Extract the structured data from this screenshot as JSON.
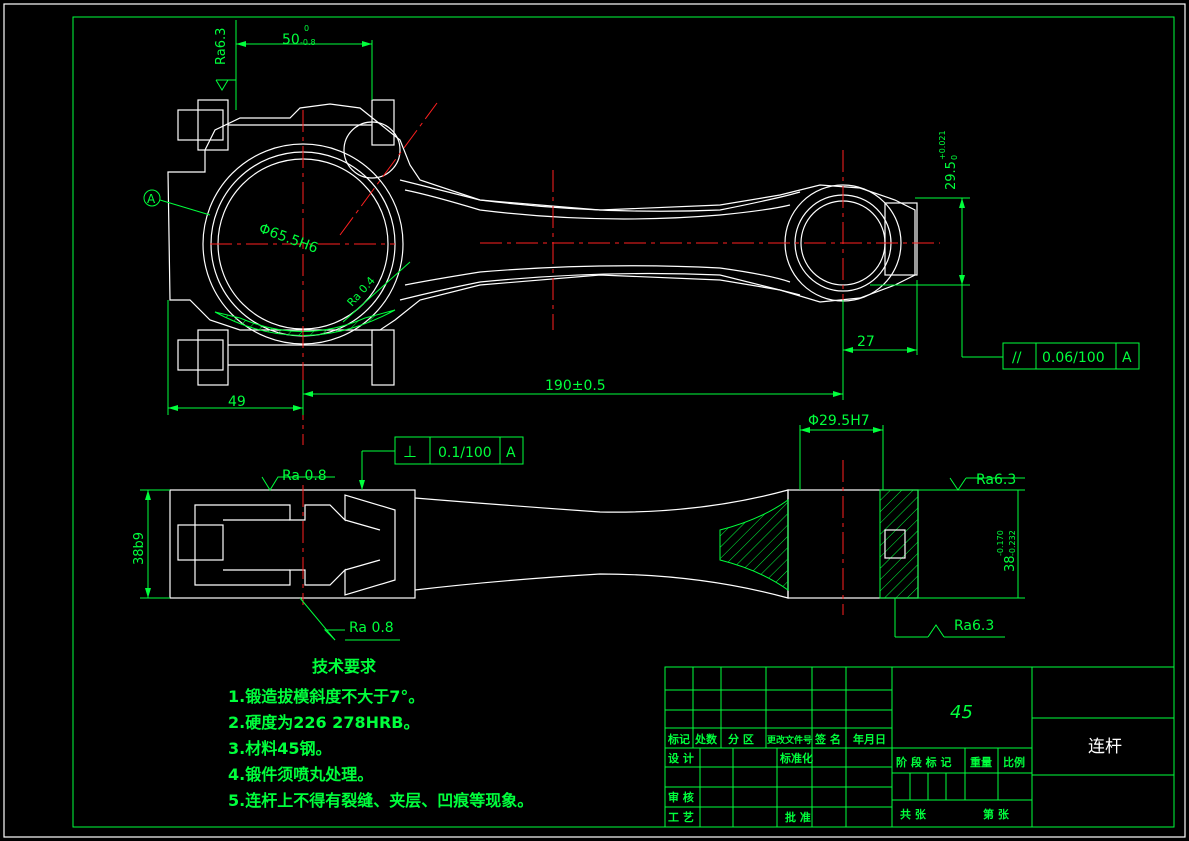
{
  "drawing": {
    "dimensions": {
      "ra_top": "Ra6.3",
      "width_50": "50",
      "width_50_tol_upper": "0",
      "width_50_tol_lower": "-0.8",
      "big_bore": "Φ65.5H6",
      "ra_bore": "Ra 0.4",
      "datum": "A",
      "height_29_5": "29.5",
      "height_29_5_tol_upper": "+0.021",
      "height_29_5_tol_lower": "0",
      "dim_27": "27",
      "dim_49": "49",
      "center_distance": "190±0.5",
      "small_bore": "Φ29.5H7",
      "ra_08_top": "Ra 0.8",
      "ra_08_bottom": "Ra 0.8",
      "ra_63_right_top": "Ra6.3",
      "ra_63_right_bottom": "Ra6.3",
      "thickness_38b9": "38b9",
      "thickness_38": "38",
      "thickness_38_tol_upper": "-0.170",
      "thickness_38_tol_lower": "-0.232"
    },
    "tolerances": {
      "parallel": {
        "symbol": "//",
        "value": "0.06/100",
        "datum": "A"
      },
      "perpendicular": {
        "symbol": "⊥",
        "value": "0.1/100",
        "datum": "A"
      }
    },
    "notes": {
      "title": "技术要求",
      "items": [
        "1.锻造拔模斜度不大于7°。",
        "2.硬度为226  278HRB。",
        "3.材料45钢。",
        "4.锻件须喷丸处理。",
        "5.连杆上不得有裂缝、夹层、凹痕等现象。"
      ]
    },
    "title_block": {
      "material": "45",
      "part_name": "连杆",
      "headers": [
        "标记",
        "处数",
        "分 区",
        "更改文件号",
        "签 名",
        "年月日"
      ],
      "design": "设 计",
      "standard": "标准化",
      "stage_mark": "阶 段 标 记",
      "weight": "重量",
      "scale": "比例",
      "review": "审 核",
      "process": "工 艺",
      "approve": "批 准",
      "total": "共    张",
      "sheet": "第    张"
    }
  }
}
